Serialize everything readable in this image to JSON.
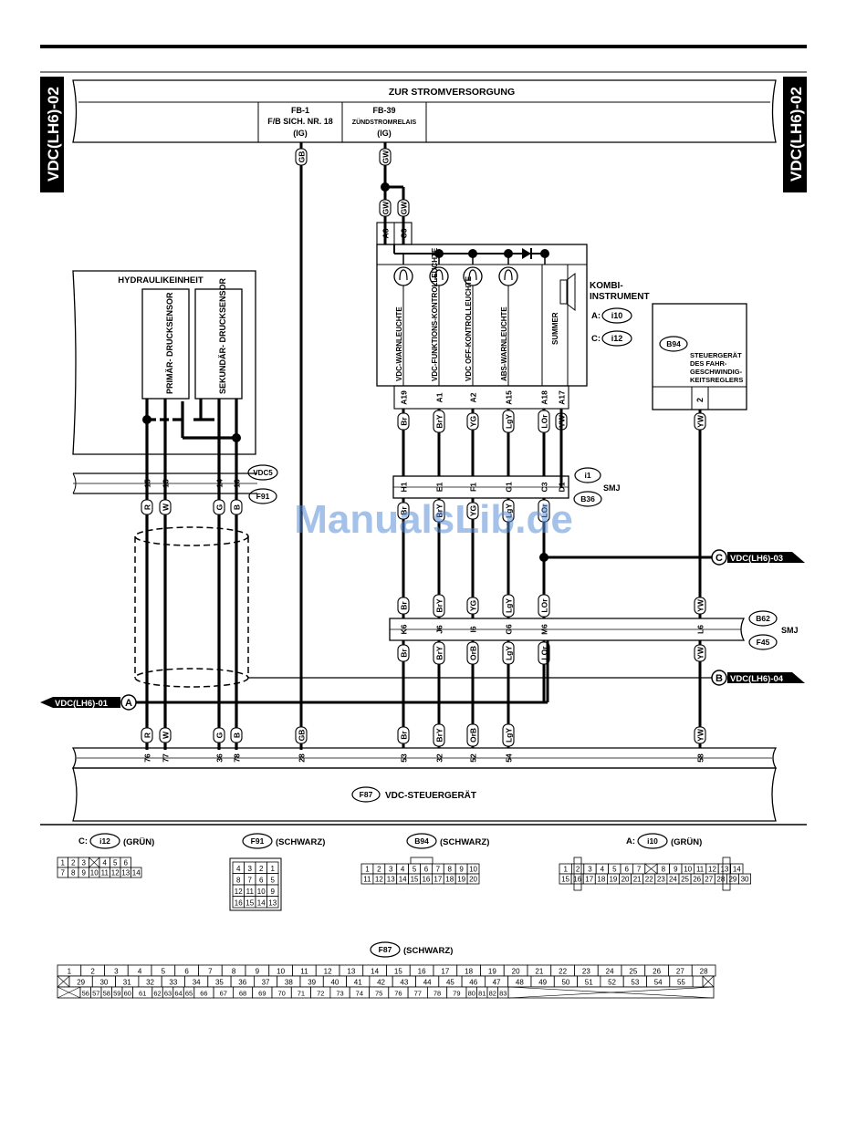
{
  "page": {
    "side_label": "VDC(LH6)-02",
    "watermark": "ManualsLib.de"
  },
  "power_bar": {
    "title": "ZUR STROMVERSORGUNG",
    "fuse1": {
      "line1": "FB-1",
      "line2": "F/B SICH. NR. 18",
      "line3": "(IG)"
    },
    "fuse2": {
      "line1": "FB-39",
      "line2": "ZÜNDSTROMRELAIS",
      "line3": "(IG)"
    }
  },
  "hydraulic_unit": {
    "title": "HYDRAULIKEINHEIT",
    "primary_sensor": "PRIMÄR- DRUCKSENSOR",
    "secondary_sensor": "SEKUNDÄR- DRUCKSENSOR"
  },
  "kombi": {
    "title_line1": "KOMBI-",
    "title_line2": "INSTRUMENT",
    "conn_a_prefix": "A:",
    "conn_a": "i10",
    "conn_c_prefix": "C:",
    "conn_c": "i12",
    "lamps": [
      {
        "name": "VDC-WARNLEUCHTE"
      },
      {
        "name": "VDC-FUNKTIONS-KONTROLLEUCHTE"
      },
      {
        "name": "VDC OFF-KONTROLLEUCHTE"
      },
      {
        "name": "ABS-WARNLEUCHTE"
      }
    ],
    "summer": "SUMMER",
    "power_pins": [
      "A8",
      "C3"
    ],
    "power_wires": [
      "GW",
      "GW"
    ]
  },
  "cruise": {
    "connector": "B94",
    "line1": "STEUERGERÄT",
    "line2": "DES FAHR-",
    "line3": "GESCHWINDIG-",
    "line4": "KEITSREGLERS",
    "pin": "2"
  },
  "connectors": {
    "vdc5": "VDC5",
    "f91": "F91",
    "i1": "i1",
    "b36": "B36",
    "smj": "SMJ",
    "b62": "B62",
    "f45": "F45",
    "f87": "F87"
  },
  "refs": {
    "c_label": "C",
    "c_text": "VDC(LH6)-03",
    "b_label": "B",
    "b_text": "VDC(LH6)-04",
    "a_label": "A",
    "a_text": "VDC(LH6)-01"
  },
  "ecu": {
    "connector": "F87",
    "title": "VDC-STEUERGERÄT"
  },
  "wires": [
    {
      "id": "r",
      "kombi_pin": "",
      "kombi_wire": "",
      "i1_pin": "",
      "b36_wire": "",
      "f91_pin": "15",
      "f91_wire": "R",
      "j1_wire": "",
      "b62_pin": "",
      "f45_wire": "",
      "ecu_wire": "R",
      "ecu_pin": "76"
    },
    {
      "id": "w",
      "kombi_pin": "",
      "kombi_wire": "",
      "i1_pin": "",
      "b36_wire": "",
      "f91_pin": "13",
      "f91_wire": "W",
      "j1_wire": "",
      "b62_pin": "",
      "f45_wire": "",
      "ecu_wire": "W",
      "ecu_pin": "77"
    },
    {
      "id": "g",
      "kombi_pin": "",
      "kombi_wire": "",
      "i1_pin": "",
      "b36_wire": "",
      "f91_pin": "14",
      "f91_wire": "G",
      "j1_wire": "",
      "b62_pin": "",
      "f45_wire": "",
      "ecu_wire": "G",
      "ecu_pin": "36"
    },
    {
      "id": "b",
      "kombi_pin": "",
      "kombi_wire": "",
      "i1_pin": "",
      "b36_wire": "",
      "f91_pin": "16",
      "f91_wire": "B",
      "j1_wire": "",
      "b62_pin": "",
      "f45_wire": "",
      "ecu_wire": "B",
      "ecu_pin": "78"
    },
    {
      "id": "gb",
      "kombi_pin": "",
      "kombi_wire": "",
      "i1_pin": "",
      "b36_wire": "",
      "f91_pin": "",
      "f91_wire": "",
      "j1_wire": "GB",
      "b62_pin": "",
      "f45_wire": "",
      "ecu_wire": "GB",
      "ecu_pin": "28"
    },
    {
      "id": "br",
      "kombi_pin": "A19",
      "kombi_wire": "Br",
      "i1_pin": "H1",
      "b36_wire": "Br",
      "f91_pin": "",
      "f91_wire": "",
      "j1_wire": "Br",
      "b62_pin": "K6",
      "f45_wire": "Br",
      "ecu_wire": "Br",
      "ecu_pin": "53"
    },
    {
      "id": "bry",
      "kombi_pin": "A1",
      "kombi_wire": "BrY",
      "i1_pin": "E1",
      "b36_wire": "BrY",
      "f91_pin": "",
      "f91_wire": "",
      "j1_wire": "BrY",
      "b62_pin": "J6",
      "f45_wire": "BrY",
      "ecu_wire": "BrY",
      "ecu_pin": "32"
    },
    {
      "id": "yg",
      "kombi_pin": "A2",
      "kombi_wire": "YG",
      "i1_pin": "F1",
      "b36_wire": "YG",
      "f91_pin": "",
      "f91_wire": "",
      "j1_wire": "YG",
      "b62_pin": "I6",
      "f45_wire": "OrB",
      "ecu_wire": "OrB",
      "ecu_pin": "52"
    },
    {
      "id": "lgy",
      "kombi_pin": "A15",
      "kombi_wire": "LgY",
      "i1_pin": "G1",
      "b36_wire": "LgY",
      "f91_pin": "",
      "f91_wire": "",
      "j1_wire": "LgY",
      "b62_pin": "G6",
      "f45_wire": "LgY",
      "ecu_wire": "LgY",
      "ecu_pin": "54"
    },
    {
      "id": "lor",
      "kombi_pin": "A18",
      "kombi_wire": "LOr",
      "i1_pin": "C3",
      "b36_wire": "LOr",
      "f91_pin": "",
      "f91_wire": "",
      "j1_wire": "LOr",
      "b62_pin": "M6",
      "f45_wire": "LOr",
      "ecu_wire": "",
      "ecu_pin": ""
    },
    {
      "id": "ywk",
      "kombi_pin": "A17",
      "kombi_wire": "YW",
      "i1_pin": "D1",
      "b36_wire": "",
      "f91_pin": "",
      "f91_wire": "",
      "j1_wire": "",
      "b62_pin": "",
      "f45_wire": "",
      "ecu_wire": "",
      "ecu_pin": ""
    },
    {
      "id": "yw",
      "kombi_pin": "",
      "kombi_wire": "YW",
      "i1_pin": "",
      "b36_wire": "",
      "f91_pin": "",
      "f91_wire": "",
      "j1_wire": "YW",
      "b62_pin": "L6",
      "f45_wire": "YW",
      "ecu_wire": "YW",
      "ecu_pin": "58"
    }
  ],
  "top_wires": {
    "gb": "GB",
    "gw": "GW"
  },
  "pinouts": {
    "i12": {
      "prefix": "C:",
      "conn": "i12",
      "color": "(GRÜN)",
      "row1": [
        "1",
        "2",
        "3",
        "",
        "4",
        "5",
        "6"
      ],
      "row2": [
        "7",
        "8",
        "9",
        "10",
        "11",
        "12",
        "13",
        "14"
      ]
    },
    "f91": {
      "conn": "F91",
      "color": "(SCHWARZ)",
      "rows": [
        [
          "4",
          "3",
          "2",
          "1"
        ],
        [
          "8",
          "7",
          "6",
          "5"
        ],
        [
          "12",
          "11",
          "10",
          "9"
        ],
        [
          "16",
          "15",
          "14",
          "13"
        ]
      ]
    },
    "b94": {
      "conn": "B94",
      "color": "(SCHWARZ)",
      "row1": [
        "1",
        "2",
        "3",
        "4",
        "5",
        "6",
        "7",
        "8",
        "9",
        "10"
      ],
      "row2": [
        "11",
        "12",
        "13",
        "14",
        "15",
        "16",
        "17",
        "18",
        "19",
        "20"
      ]
    },
    "i10": {
      "prefix": "A:",
      "conn": "i10",
      "color": "(GRÜN)",
      "row1": [
        "1",
        "2",
        "3",
        "4",
        "5",
        "6",
        "7",
        "",
        "8",
        "9",
        "10",
        "11",
        "12",
        "13",
        "14"
      ],
      "row2": [
        "15",
        "16",
        "17",
        "18",
        "19",
        "20",
        "21",
        "22",
        "23",
        "24",
        "25",
        "26",
        "27",
        "28",
        "29",
        "30"
      ]
    },
    "f87": {
      "conn": "F87",
      "color": "(SCHWARZ)",
      "row1": [
        "1",
        "2",
        "3",
        "4",
        "5",
        "6",
        "7",
        "8",
        "9",
        "10",
        "11",
        "12",
        "13",
        "14",
        "15",
        "16",
        "17",
        "18",
        "19",
        "20",
        "21",
        "22",
        "23",
        "24",
        "25",
        "26",
        "27",
        "28"
      ],
      "row2": [
        "29",
        "30",
        "31",
        "32",
        "33",
        "34",
        "35",
        "36",
        "37",
        "38",
        "39",
        "40",
        "41",
        "42",
        "43",
        "44",
        "45",
        "46",
        "47",
        "48",
        "49",
        "50",
        "51",
        "52",
        "53",
        "54",
        "55"
      ],
      "row3": [
        "56",
        "57",
        "58",
        "59",
        "60",
        "61",
        "62",
        "63",
        "64",
        "65",
        "66",
        "67",
        "68",
        "69",
        "70",
        "71",
        "72",
        "73",
        "74",
        "75",
        "76",
        "77",
        "78",
        "79",
        "80",
        "81",
        "82",
        "83"
      ]
    }
  }
}
